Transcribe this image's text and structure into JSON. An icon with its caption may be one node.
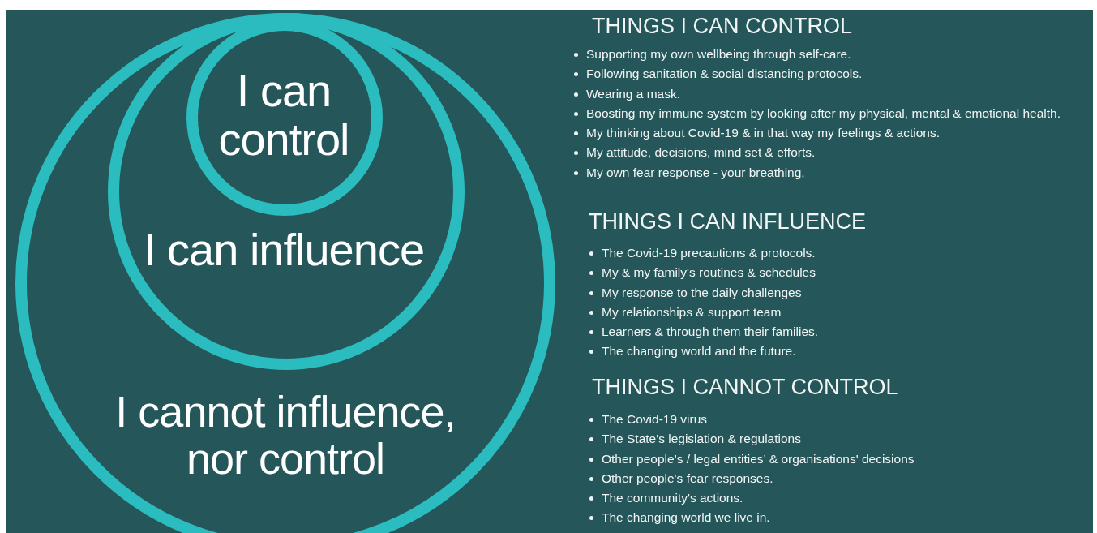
{
  "diagram": {
    "nodes": [
      {
        "text": [
          "I cannot influence, nor control"
        ]
      },
      {
        "text": [
          "I can influence"
        ],
        "in": 0
      },
      {
        "text": [
          "I can control"
        ],
        "in": 1
      }
    ],
    "labels": [
      "THINGS I CAN CONTROL",
      "Supporting my own wellbeing through self-care.",
      "Following sanitation & social distancing protocols.",
      "Wearing a mask.",
      "Boosting my immune system by looking after my physical, mental & emotional health.",
      "My thinking about Covid-19 & in that way my feelings & actions.",
      "My attitude, decisions, mind set & efforts.",
      "My own fear response - your breathing,",
      "THINGS I CAN INFLUENCE",
      "The Covid-19 precautions & protocols.",
      "My & my family's routines & schedules",
      "My response to the daily challenges",
      "My relationships & support team",
      "Learners &  through them their families.",
      "The changing world and the future.",
      "THINGS I CANNOT CONTROL",
      "The Covid-19 virus",
      "The State's legislation & regulations",
      "Other people’s / legal entities’ & organisations' decisions",
      "Other people's fear responses.",
      "The community's actions.",
      "The changing world we live in."
    ]
  }
}
